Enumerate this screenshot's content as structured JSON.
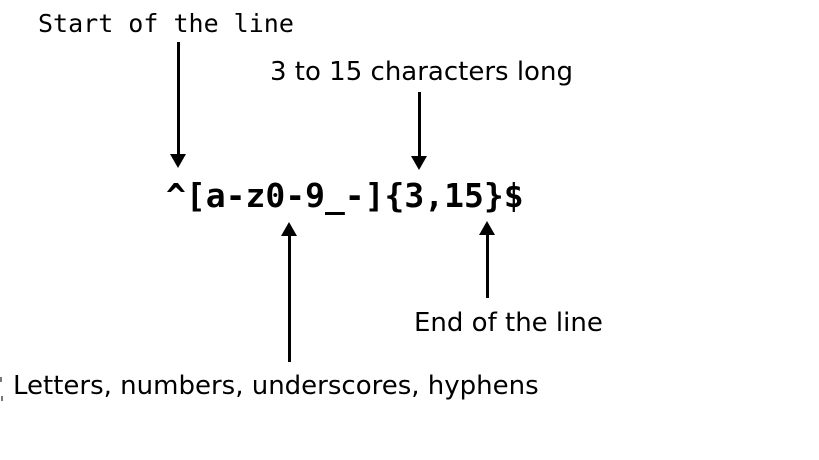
{
  "diagram": {
    "regex": "^[a-z0-9_-]{3,15}$",
    "labels": {
      "start_anchor": "Start of the line",
      "quantifier": "3 to 15 characters long",
      "end_anchor": "End of the line",
      "character_class": "Letters, numbers, underscores, hyphens"
    },
    "colors": {
      "foreground": "#000000",
      "background": "#ffffff"
    }
  }
}
